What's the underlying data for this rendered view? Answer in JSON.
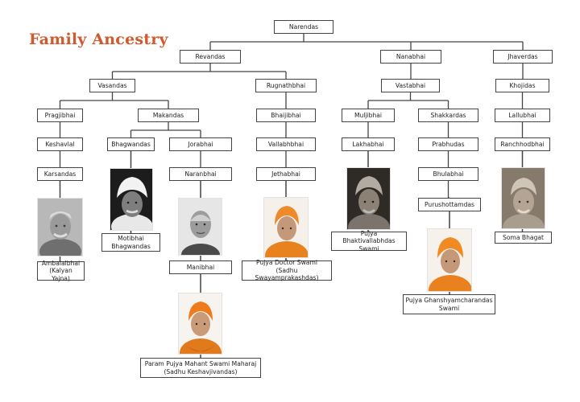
{
  "diagram": {
    "title": "Family Ancestry",
    "nodes": {
      "narendas": "Narendas",
      "revandas": "Revandas",
      "nanabhai": "Nanabhai",
      "jhaverdas": "Jhaverdas",
      "vasandas": "Vasandas",
      "rugnathbhai": "Rugnathbhai",
      "vastabhai": "Vastabhai",
      "khojidas": "Khojidas",
      "pragjibhai": "Pragjibhai",
      "makandas": "Makandas",
      "bhaijibhai": "Bhaijibhai",
      "muljibhai": "Muljibhai",
      "shakkardas": "Shakkardas",
      "lallubhai": "Lallubhai",
      "keshavlal": "Keshavlal",
      "bhagwandas": "Bhagwandas",
      "jorabhai": "Jorabhai",
      "vallabhbhai": "Vallabhbhai",
      "lakhabhai": "Lakhabhai",
      "prabhudas": "Prabhudas",
      "ranchhodbhai": "Ranchhodbhai",
      "karsandas": "Karsandas",
      "naranbhai": "Naranbhai",
      "jethabhai": "Jethabhai",
      "bhulabhai": "Bhulabhai",
      "purushottamdas": "Purushottamdas",
      "motibhai": "Motibhai\nBhagwandas",
      "soma": "Soma Bhagat",
      "bhaktivallabhdas": "Pujya Bhaktivallabhdas\nSwami",
      "ambalalbhai": "Ambalalbhai\n(Kalyan Yajna)",
      "manibhai": "Manibhai",
      "doctor_swami": "Pujya Doctor Swami\n(Sadhu Swayamprakashdas)",
      "ghanshyam": "Pujya Ghanshyamcharandas\nSwami",
      "mahant_swami": "Param Pujya Mahant Swami Maharaj\n(Sadhu Keshavjivandas)"
    },
    "edges": [
      [
        "narendas",
        "revandas"
      ],
      [
        "narendas",
        "nanabhai"
      ],
      [
        "narendas",
        "jhaverdas"
      ],
      [
        "revandas",
        "vasandas"
      ],
      [
        "revandas",
        "rugnathbhai"
      ],
      [
        "vasandas",
        "pragjibhai"
      ],
      [
        "vasandas",
        "makandas"
      ],
      [
        "makandas",
        "bhagwandas"
      ],
      [
        "makandas",
        "jorabhai"
      ],
      [
        "pragjibhai",
        "keshavlal"
      ],
      [
        "keshavlal",
        "karsandas"
      ],
      [
        "karsandas",
        "ambalalbhai"
      ],
      [
        "bhagwandas",
        "motibhai"
      ],
      [
        "jorabhai",
        "naranbhai"
      ],
      [
        "naranbhai",
        "manibhai"
      ],
      [
        "manibhai",
        "mahant_swami"
      ],
      [
        "rugnathbhai",
        "bhaijibhai"
      ],
      [
        "bhaijibhai",
        "vallabhbhai"
      ],
      [
        "vallabhbhai",
        "jethabhai"
      ],
      [
        "jethabhai",
        "doctor_swami"
      ],
      [
        "nanabhai",
        "vastabhai"
      ],
      [
        "vastabhai",
        "muljibhai"
      ],
      [
        "vastabhai",
        "shakkardas"
      ],
      [
        "muljibhai",
        "lakhabhai"
      ],
      [
        "lakhabhai",
        "bhaktivallabhdas"
      ],
      [
        "shakkardas",
        "prabhudas"
      ],
      [
        "prabhudas",
        "bhulabhai"
      ],
      [
        "bhulabhai",
        "purushottamdas"
      ],
      [
        "purushottamdas",
        "ghanshyam"
      ],
      [
        "jhaverdas",
        "khojidas"
      ],
      [
        "khojidas",
        "lallubhai"
      ],
      [
        "lallubhai",
        "ranchhodbhai"
      ],
      [
        "ranchhodbhai",
        "soma"
      ]
    ],
    "colors": {
      "title": "#d0592e",
      "line": "#444444",
      "node_border": "#444444"
    }
  },
  "photos": [
    {
      "id": "karsandas_photo",
      "style": "bw",
      "attire": "turban",
      "parent": "karsandas",
      "child": "ambalalbhai"
    },
    {
      "id": "bhagwandas_photo",
      "style": "bw",
      "attire": "white-turban",
      "parent": "bhagwandas",
      "child": "motibhai"
    },
    {
      "id": "naranbhai_photo",
      "style": "bw",
      "attire": "bald",
      "parent": "naranbhai",
      "child": "manibhai"
    },
    {
      "id": "manibhai_photo",
      "style": "color",
      "attire": "saffron-garland",
      "parent": "manibhai",
      "child": "mahant_swami"
    },
    {
      "id": "jethabhai_photo",
      "style": "color",
      "attire": "saffron",
      "parent": "jethabhai",
      "child": "doctor_swami"
    },
    {
      "id": "lakhabhai_photo",
      "style": "bw",
      "attire": "turban",
      "parent": "lakhabhai",
      "child": "bhaktivallabhdas"
    },
    {
      "id": "purushottamdas_photo",
      "style": "color",
      "attire": "saffron",
      "parent": "purushottamdas",
      "child": "ghanshyam"
    },
    {
      "id": "ranchhodbhai_photo",
      "style": "sepia",
      "attire": "turban",
      "parent": "ranchhodbhai",
      "child": "soma"
    }
  ]
}
